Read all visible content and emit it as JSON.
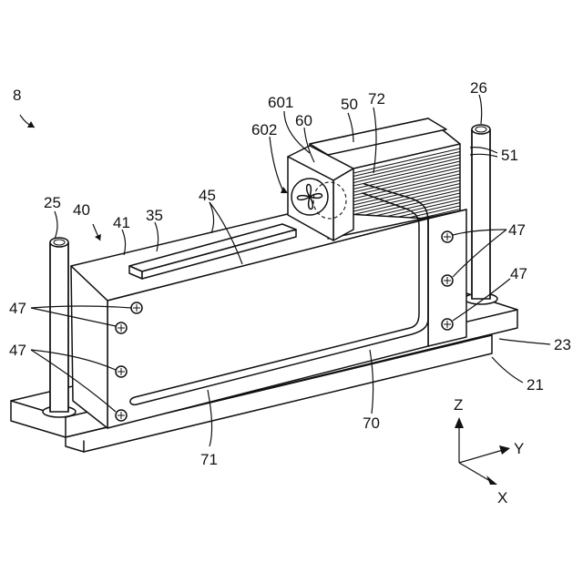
{
  "labels": {
    "l8": "8",
    "l25": "25",
    "l40": "40",
    "l41": "41",
    "l35": "35",
    "l45": "45",
    "l601": "601",
    "l60": "60",
    "l50": "50",
    "l72": "72",
    "l602": "602",
    "l26": "26",
    "l51": "51",
    "l47a": "47",
    "l47b": "47",
    "l47c": "47",
    "l47d": "47",
    "l23": "23",
    "l21": "21",
    "l70": "70",
    "l71": "71",
    "lZ": "Z",
    "lY": "Y",
    "lX": "X"
  },
  "icons": {
    "fan": "fan-icon",
    "screw": "screw-icon"
  }
}
